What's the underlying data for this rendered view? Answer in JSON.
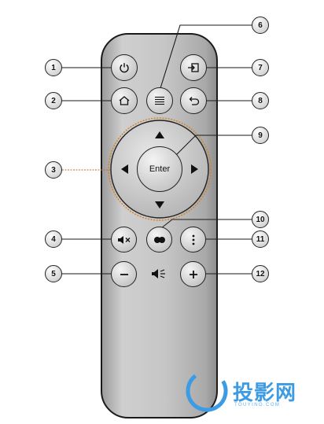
{
  "remote": {
    "enter_label": "Enter",
    "body_color": "#c4c4c4",
    "accent_ring_color": "#d9801f",
    "buttons": [
      {
        "id": "power",
        "icon": "power-icon"
      },
      {
        "id": "input-source",
        "icon": "input-source-icon"
      },
      {
        "id": "home",
        "icon": "home-icon"
      },
      {
        "id": "menu",
        "icon": "menu-icon"
      },
      {
        "id": "back",
        "icon": "back-icon"
      },
      {
        "id": "mute",
        "icon": "mute-icon"
      },
      {
        "id": "mode",
        "icon": "mode-icon"
      },
      {
        "id": "options",
        "icon": "more-vertical-icon"
      },
      {
        "id": "volume-down",
        "icon": "minus-icon"
      },
      {
        "id": "volume-up",
        "icon": "plus-icon"
      }
    ],
    "volume_icon": "speaker-icon"
  },
  "callouts": [
    "1",
    "2",
    "3",
    "4",
    "5",
    "6",
    "7",
    "8",
    "9",
    "10",
    "11",
    "12"
  ],
  "watermark": {
    "text": "投影网",
    "sub": "TOUYING.COM",
    "color": "#3d9be3"
  }
}
